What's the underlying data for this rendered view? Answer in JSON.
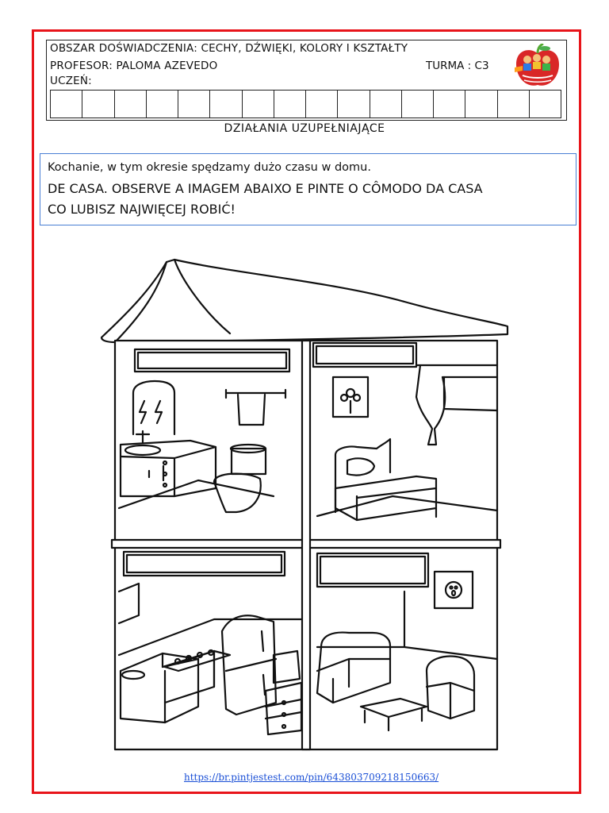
{
  "header": {
    "area_line": "OBSZAR DOŚWIADCZENIA: CECHY, DŹWIĘKI, KOLORY I KSZTAŁTY",
    "teacher_line": "PROFESOR: PALOMA AZEVEDO",
    "class_line": "TURMA : C3",
    "student_line": "UCZEŃ:",
    "student_boxes": 16,
    "logo_icon": "apple-kids-logo-icon"
  },
  "subtitle": "DZIAŁANIA UZUPEŁNIAJĄCE",
  "instructions": {
    "line1": "Kochanie, w tym okresie spędzamy dużo czasu w domu.",
    "line2": "DE CASA. OBSERVE A IMAGEM ABAIXO E PINTE O CÔMODO DA CASA",
    "line3": "CO LUBISZ NAJWIĘCEJ ROBIĆ!"
  },
  "rooms": [
    "bathroom",
    "bedroom",
    "kitchen",
    "living-room"
  ],
  "footer": {
    "source_link": "https://br.pintjestest.com/pin/643803709218150663/"
  },
  "colors": {
    "frame": "#e8141a",
    "instruction_border": "#4a7fd4",
    "link": "#1a4fd6"
  }
}
